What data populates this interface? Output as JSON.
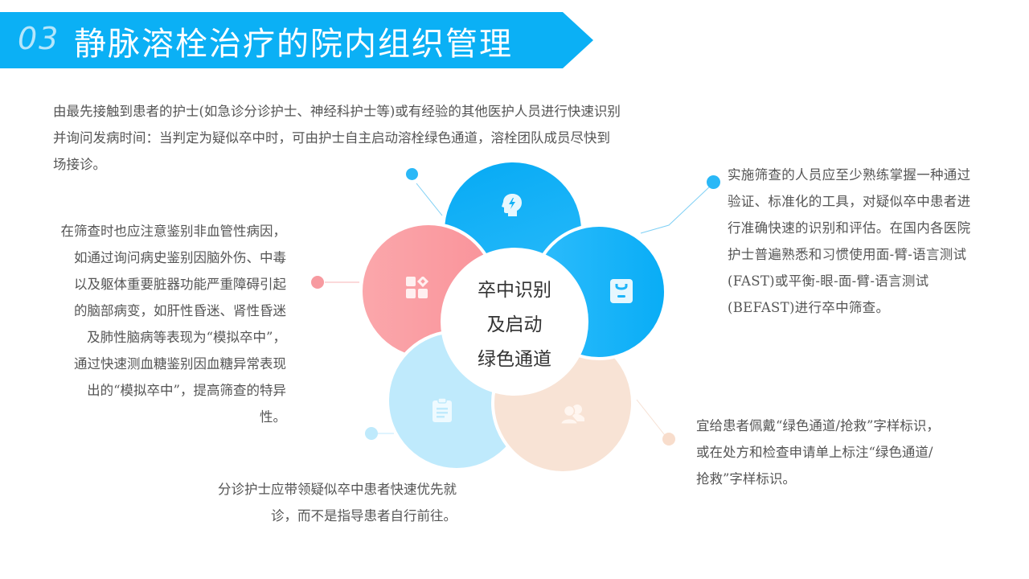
{
  "header": {
    "number": "03",
    "title": "静脉溶栓治疗的院内组织管理",
    "banner_color": "#0bb0f5"
  },
  "diagram": {
    "center_lines": [
      "卒中识别",
      "及启动",
      "绿色通道"
    ],
    "petals": [
      {
        "position": "top",
        "icon": "brain-lightning-icon",
        "color": "#13b2f6"
      },
      {
        "position": "right",
        "icon": "id-badge-icon",
        "color": "#1db5f9"
      },
      {
        "position": "left",
        "icon": "apps-grid-icon",
        "color": "#fa9ea3"
      },
      {
        "position": "bottom-left",
        "icon": "clipboard-icon",
        "color": "#bfeafc"
      },
      {
        "position": "bottom-right",
        "icon": "users-icon",
        "color": "#f8e3d5"
      }
    ]
  },
  "texts": {
    "top": [
      "由最先接触到患者的护士(如急诊分诊护士、神经科护士等)或有经验的其他医护人员进行快速识别",
      "并询问发病时间：当判定为疑似卒中时，可由护士自主启动溶栓绿色通道，溶栓团队成员尽快到",
      "场接诊。"
    ],
    "left": [
      "在筛查时也应注意鉴别非血管性病因，",
      "如通过询问病史鉴别因脑外伤、中毒",
      "以及躯体重要脏器功能严重障碍引起",
      "的脑部病变，如肝性昏迷、肾性昏迷",
      "及肺性脑病等表现为“模拟卒中”，",
      "通过快速测血糖鉴别因血糖异常表现",
      "出的“模拟卒中”，提高筛查的特异",
      "性。"
    ],
    "right": [
      "实施筛查的人员应至少熟练掌握一种通过",
      "验证、标准化的工具，对疑似卒中患者进",
      "行准确快速的识别和评估。在国内各医院",
      "护士普遍熟悉和习惯使用面-臂-语言测试",
      "(FAST)或平衡-眼-面-臂-语言测试",
      "(BEFAST)进行卒中筛查。"
    ],
    "bottom_right": [
      "宜给患者佩戴“绿色通道/抢救”字样标识，",
      "或在处方和检查申请单上标注“绿色通道/",
      "抢救”字样标识。"
    ],
    "bottom": [
      "分诊护士应带领疑似卒中患者快速优先就",
      "诊，而不是指导患者自行前往。"
    ]
  }
}
